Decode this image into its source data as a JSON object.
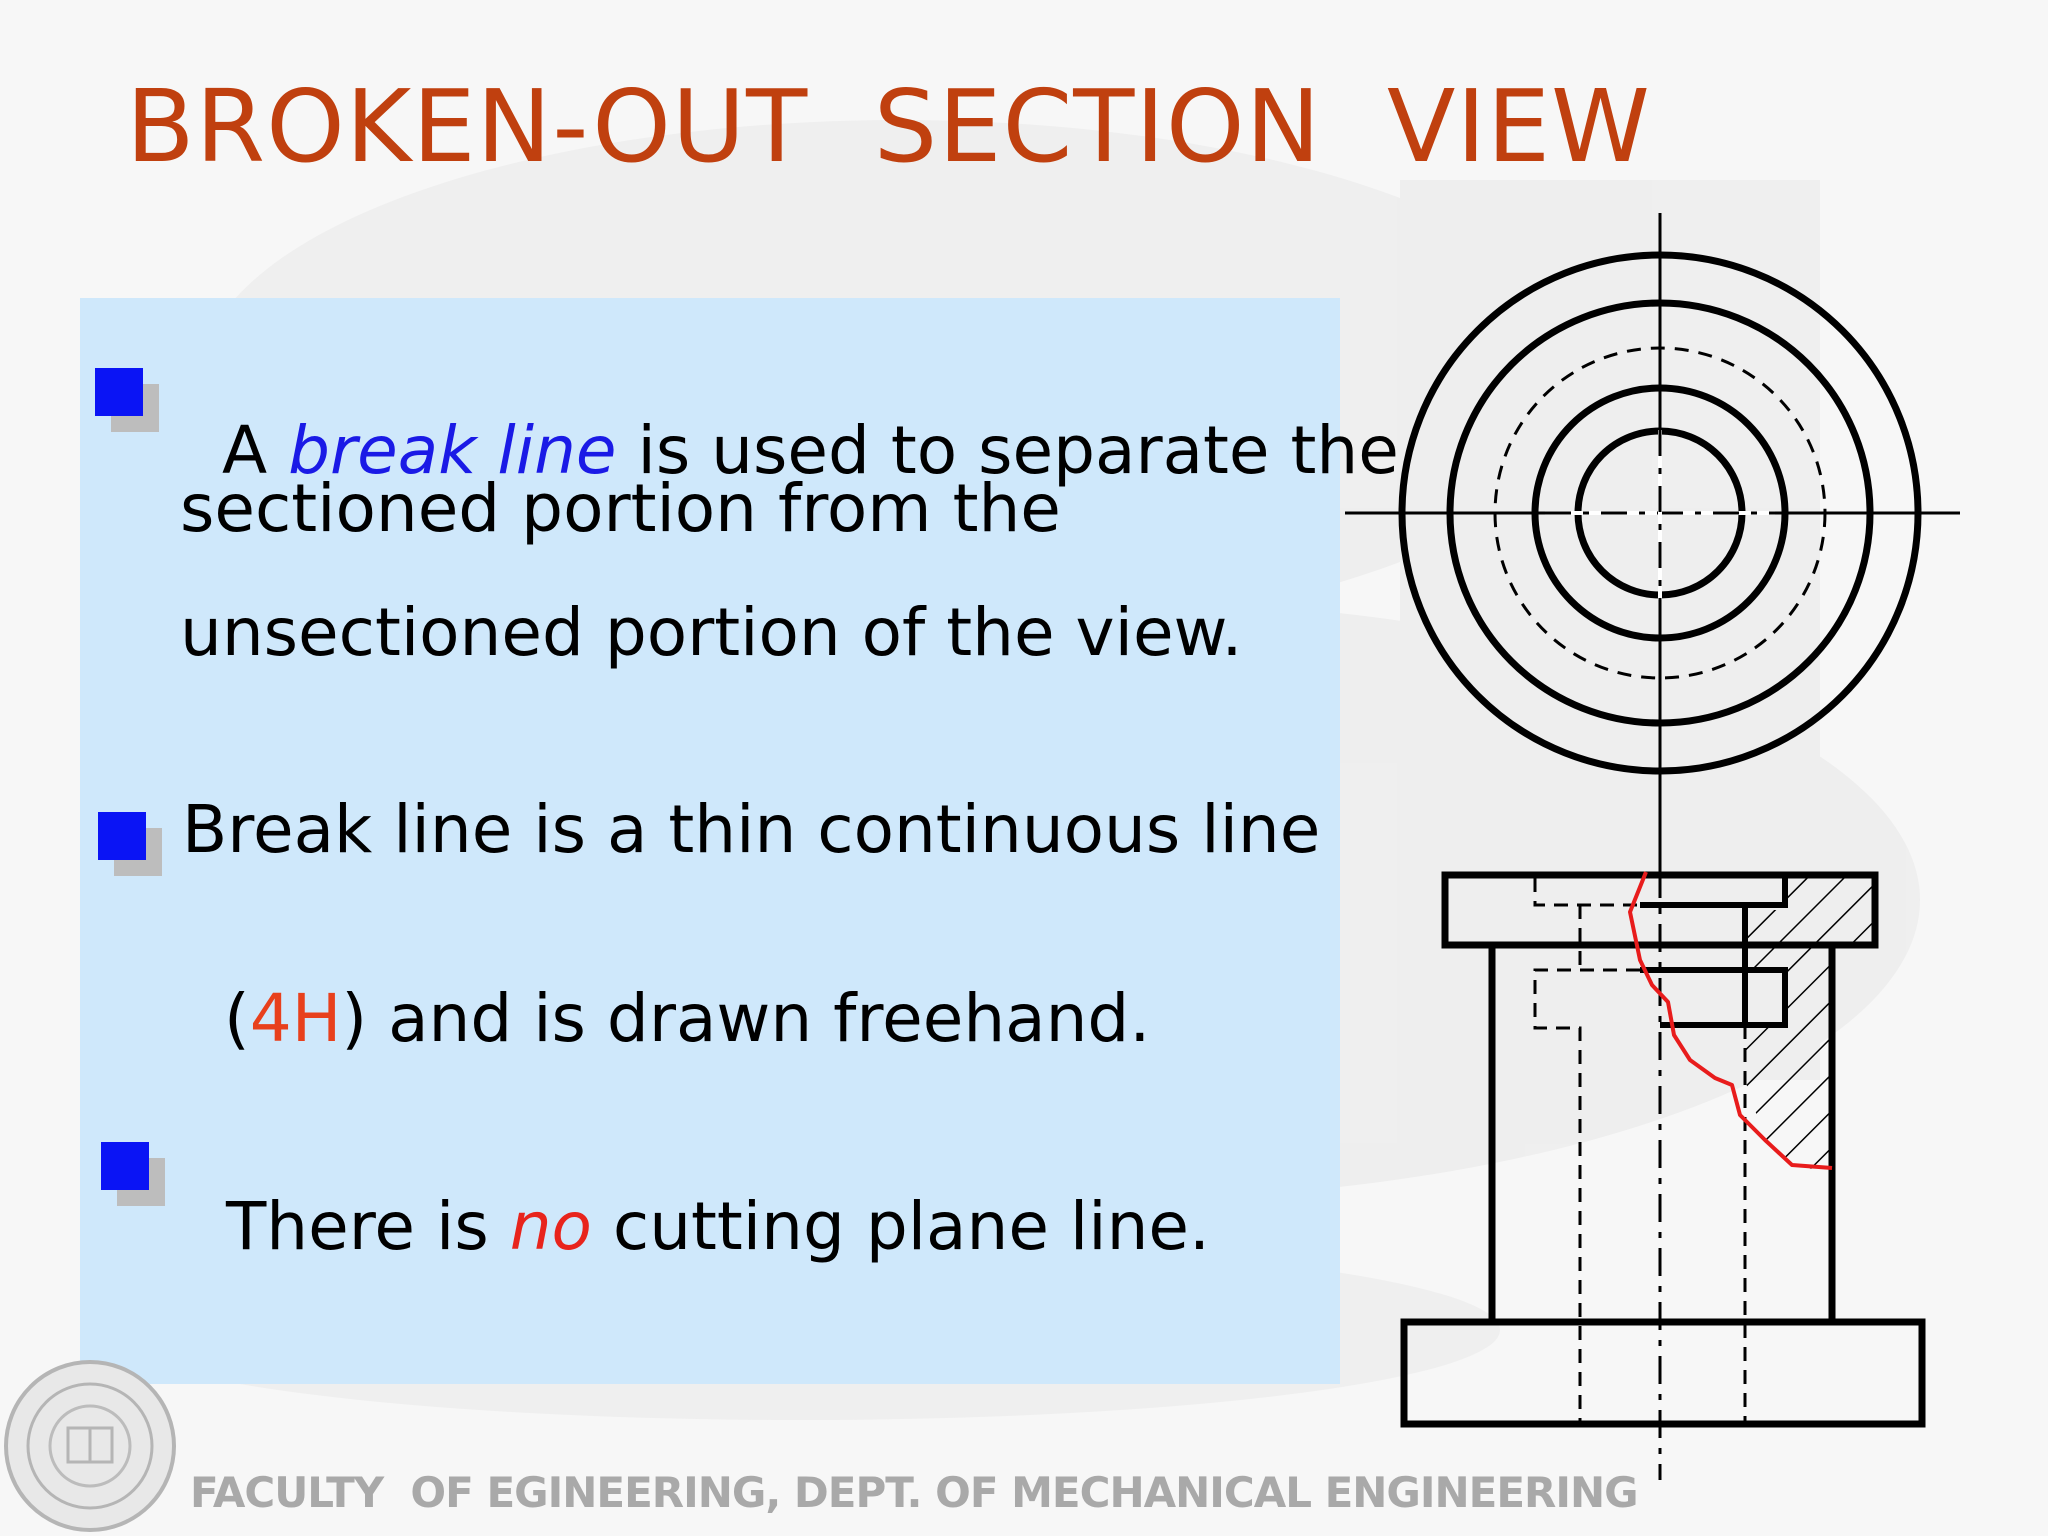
{
  "slide": {
    "title": "BROKEN-OUT  SECTION  VIEW",
    "footer": "FACULTY  OF EGINEERING, DEPT. OF MECHANICAL ENGINEERING"
  },
  "bullets": [
    {
      "lines": [
        {
          "before": "A ",
          "emph": "break line",
          "after": " is used to separate the"
        },
        {
          "text": "sectioned portion from the"
        },
        {
          "text": "unsectioned portion of the view."
        }
      ]
    },
    {
      "lines": [
        {
          "text": "Break line is a thin continuous line"
        },
        {
          "open": "(",
          "emph": "4H",
          "after": ") and is drawn freehand."
        }
      ]
    },
    {
      "lines": [
        {
          "before": "There is ",
          "emph": "no",
          "after": " cutting plane line."
        }
      ]
    }
  ],
  "colors": {
    "title": "#c0400f",
    "panel": "#cfe8fb",
    "bullet": "#0a14f5",
    "emphasis_blue": "#1a1ae6",
    "emphasis_red": "#e8401c",
    "break_line": "#e81c1c",
    "footer": "#a9a9a9"
  },
  "icons": [
    "square-bullet-icon",
    "university-seal-icon"
  ]
}
